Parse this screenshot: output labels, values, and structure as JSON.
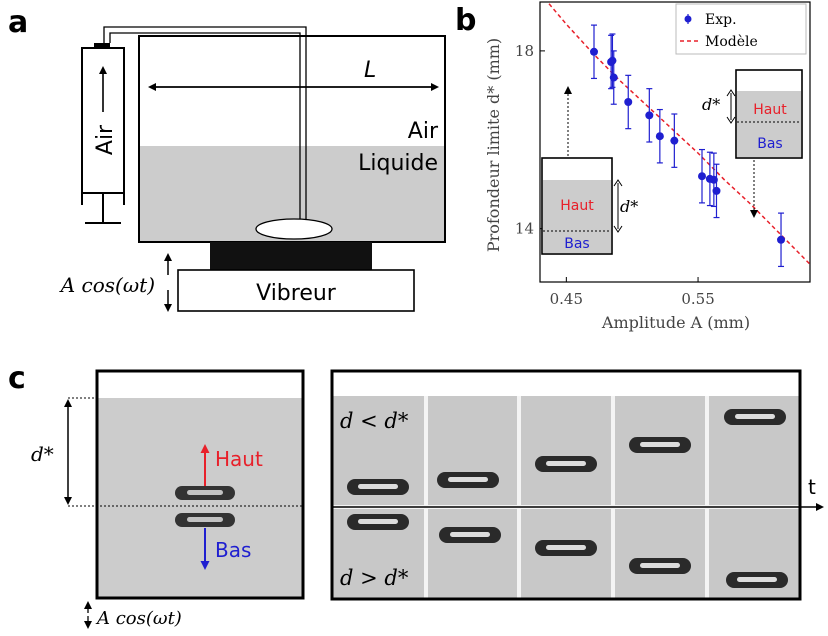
{
  "panel_labels": {
    "a": "a",
    "b": "b",
    "c": "c"
  },
  "panel_a": {
    "syringe_label": "Air",
    "length_label": "L",
    "air_label": "Air",
    "liquid_label": "Liquide",
    "shaker_label": "Vibreur",
    "forcing_label": "A cos(ωt)"
  },
  "chart_data": {
    "type": "scatter",
    "title": "",
    "xlabel": "Amplitude A (mm)",
    "ylabel": "Profondeur limite d* (mm)",
    "xlim": [
      0.43,
      0.635
    ],
    "ylim": [
      12.8,
      19.1
    ],
    "xticks": [
      "0.45",
      "0.55"
    ],
    "yticks": [
      "14",
      "18"
    ],
    "legend_position": "top-right",
    "grid": false,
    "series": [
      {
        "name": "Exp.",
        "color": "#1f1fd0",
        "x": [
          0.471,
          0.484,
          0.485,
          0.486,
          0.497,
          0.513,
          0.521,
          0.532,
          0.553,
          0.559,
          0.562,
          0.564,
          0.613
        ],
        "y": [
          17.98,
          17.75,
          17.78,
          17.4,
          16.85,
          16.55,
          16.08,
          15.98,
          15.18,
          15.12,
          15.1,
          14.85,
          13.75
        ],
        "err": [
          0.6,
          0.6,
          0.6,
          0.6,
          0.6,
          0.6,
          0.6,
          0.6,
          0.6,
          0.6,
          0.6,
          0.6,
          0.6
        ]
      },
      {
        "name": "Modèle",
        "color": "#e8202a",
        "style": "dashed",
        "x": [
          0.43,
          0.45,
          0.47,
          0.49,
          0.51,
          0.53,
          0.55,
          0.57,
          0.59,
          0.61,
          0.635
        ],
        "y": [
          19.3,
          18.6,
          17.95,
          17.35,
          16.8,
          16.25,
          15.7,
          15.1,
          14.55,
          13.95,
          13.2
        ]
      }
    ],
    "insets": [
      {
        "top_label": "Haut",
        "bottom_label": "Bas",
        "d_label": "d*"
      },
      {
        "top_label": "Haut",
        "bottom_label": "Bas",
        "d_label": "d*"
      }
    ]
  },
  "panel_c": {
    "d_label": "d*",
    "up_label": "Haut",
    "down_label": "Bas",
    "forcing_label": "A cos(ωt)",
    "row_top_label": "d < d*",
    "row_bottom_label": "d > d*",
    "time_label": "t"
  },
  "colors": {
    "red": "#e8202a",
    "blue": "#1f1fd0",
    "liquid": "#cccccc",
    "photo": "#c8c8c8"
  }
}
